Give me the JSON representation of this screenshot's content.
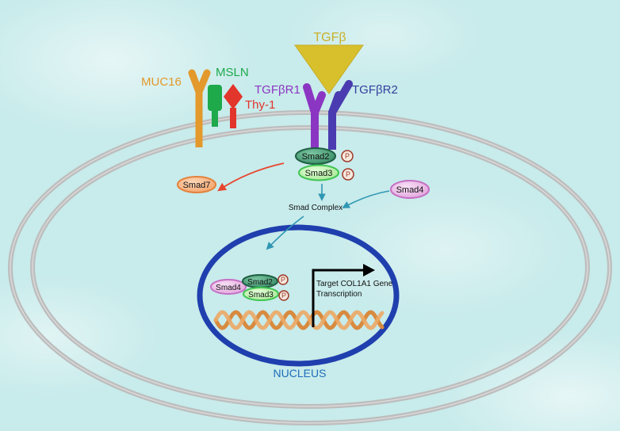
{
  "ligand": {
    "label": "TGFβ",
    "color": "#d8c02c"
  },
  "receptors": {
    "tgfbr1": {
      "label": "TGFβR1",
      "color": "#8b36c2"
    },
    "tgfbr2": {
      "label": "TGFβR2",
      "color": "#33409e"
    }
  },
  "membrane_proteins": {
    "muc16": {
      "label": "MUC16",
      "color": "#e3992b"
    },
    "msln": {
      "label": "MSLN",
      "color": "#1ea94b"
    },
    "thy1": {
      "label": "Thy-1",
      "color": "#e2352b"
    }
  },
  "cytoplasm": {
    "smad2": "Smad2",
    "smad3": "Smad3",
    "smad7": "Smad7",
    "smad4": "Smad4",
    "phospho": "P",
    "complex_label": "Smad Complex"
  },
  "nucleus": {
    "label": "NUCLEUS",
    "smad4": "Smad4",
    "smad2": "Smad2",
    "smad3": "Smad3",
    "phospho": "P",
    "transcription_line1": "Target COL1A1 Gene",
    "transcription_line2": "Transcription"
  },
  "colors": {
    "membrane": "#bdbdbd",
    "nucleus_envelope": "#1f3fae",
    "nucleus_label": "#1e6db8",
    "smad2": "#4a9f7a",
    "smad3": "#b9f0a8",
    "smad4": "#eab8e6",
    "smad7": "#f7b889",
    "phospho": "#9e3a2a",
    "inhibition_arrow": "#e8452e",
    "signal_arrow": "#2f97b3",
    "dna": "#d88a3e"
  }
}
